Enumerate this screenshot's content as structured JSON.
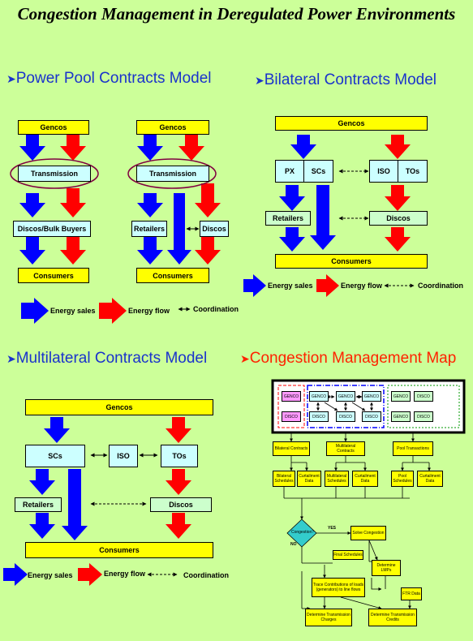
{
  "title": "Congestion Management in Deregulated Power Environments",
  "sections": {
    "pool": "Power Pool Contracts Model",
    "bilateral": "Bilateral  Contracts Model",
    "multilateral": "Multilateral  Contracts Model",
    "map": "Congestion Management Map"
  },
  "pool": {
    "left": {
      "gencos": "Gencos",
      "transmission": "Transmission",
      "discos": "Discos/Bulk Buyers",
      "consumers": "Consumers"
    },
    "right": {
      "gencos": "Gencos",
      "transmission": "Transmission",
      "retailers": "Retailers",
      "discos": "Discos",
      "consumers": "Consumers"
    }
  },
  "bilateral": {
    "gencos": "Gencos",
    "px": "PX",
    "scs": "SCs",
    "iso": "ISO",
    "tos": "TOs",
    "retailers": "Retailers",
    "discos": "Discos",
    "consumers": "Consumers"
  },
  "multilateral": {
    "gencos": "Gencos",
    "scs": "SCs",
    "iso": "ISO",
    "tos": "TOs",
    "retailers": "Retailers",
    "discos": "Discos",
    "consumers": "Consumers"
  },
  "legend": {
    "energy_sales": "Energy sales",
    "energy_flow": "Energy flow",
    "coordination": "Coordination"
  },
  "map": {
    "genco": "GENCO",
    "disco": "DISCO",
    "bilateral_contracts": "Bilateral Contracts",
    "multilateral_contracts": "Multilateral Contracts",
    "pool_transactions": "Pool Transactions",
    "bilateral_schedules": "Bilateral Schedules",
    "curtailment_data": "Curtailment Data",
    "multilateral_schedules": "Multilateral Schedules",
    "pool_schedules": "Pool Schedules",
    "congestion": "Congestion?",
    "yes": "YES",
    "no": "NO",
    "solve_congestion": "Solve Congestion",
    "final_schedules": "Final Schedules",
    "determine_lmps": "Determine LMPs",
    "trace_contributions": "Trace Contributions of loads (generators) to line flows",
    "ftr_data": "FTR Data",
    "determine_transmission_charges": "Determine Transmission Charges",
    "determine_transmission_credits": "Determine Transmission Credits"
  },
  "colors": {
    "background": "#ccff99",
    "energy_sales": "#0000ff",
    "energy_flow": "#ff0000",
    "box_yellow": "#ffff00",
    "box_cyan": "#ccffff",
    "box_green": "#ccffcc",
    "title_blue": "#1a33cc",
    "title_red": "#ff2200"
  }
}
